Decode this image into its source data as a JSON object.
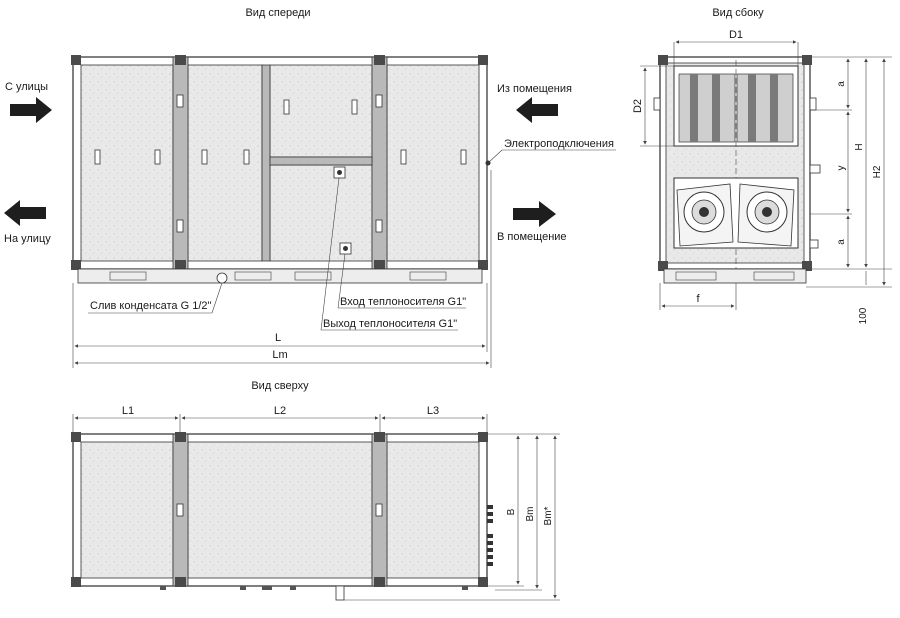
{
  "views": {
    "front_title": "Вид спереди",
    "side_title": "Вид сбоку",
    "top_title": "Вид сверху"
  },
  "airflow": {
    "from_street": "С улицы",
    "to_street": "На улицу",
    "from_room": "Из помещения",
    "to_room": "В помещение"
  },
  "callouts": {
    "electrical": "Электроподключения",
    "condensate": "Слив конденсата G 1/2\"",
    "coolant_in": "Вход теплоносителя G1\"",
    "coolant_out": "Выход теплоносителя G1\""
  },
  "dimensions": {
    "L": "L",
    "Lm": "Lm",
    "L1": "L1",
    "L2": "L2",
    "L3": "L3",
    "B": "B",
    "Bm": "Bm",
    "Bm_star": "Bm*",
    "D1": "D1",
    "D2": "D2",
    "H": "H",
    "H2": "H2",
    "a_top": "a",
    "y": "y",
    "a_bottom": "a",
    "f": "f",
    "base_height": "100"
  },
  "colors": {
    "line": "#2b2b2b",
    "arrow": "#1e1e1e",
    "panel": "#e6e6e6",
    "post": "#b9b9b9"
  }
}
